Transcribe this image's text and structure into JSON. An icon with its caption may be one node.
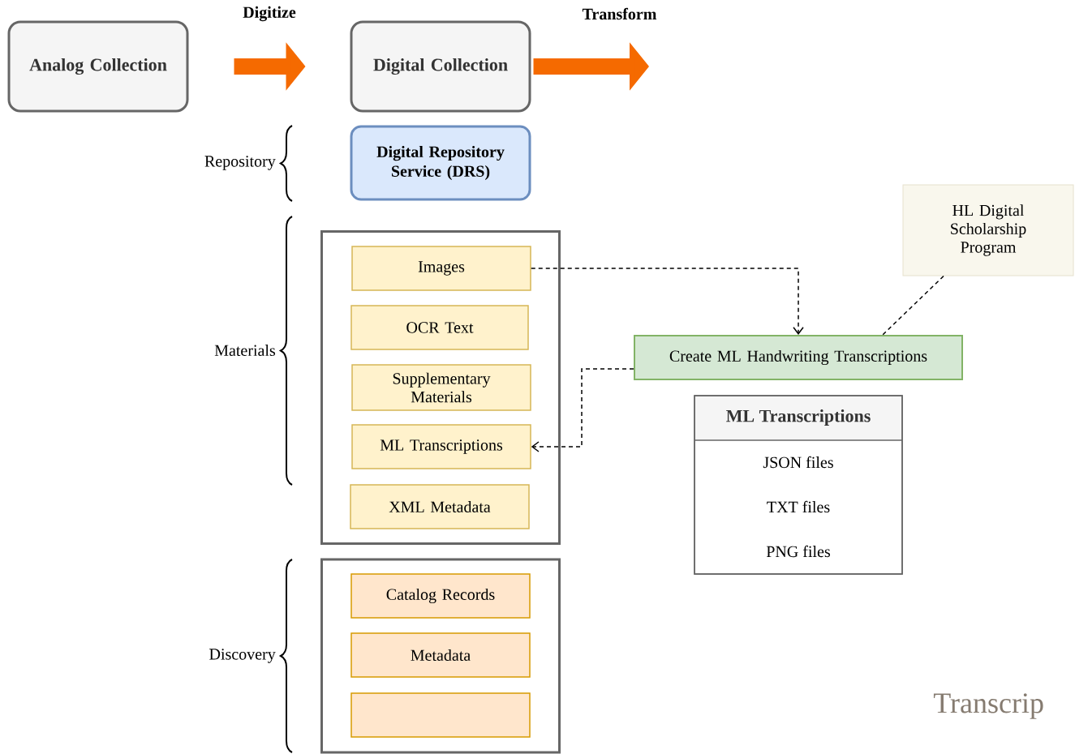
{
  "diagram": {
    "nodes": [
      {
        "text": [
          "Analog Collection"
        ]
      },
      {
        "text": [
          "Digital Collection"
        ]
      },
      {
        "text": [
          "Digital Repository Service (DRS)"
        ]
      },
      {
        "text": [],
        "shape": "box"
      },
      {
        "text": [
          "Images"
        ],
        "in": 3
      },
      {
        "text": [
          "OCR Text"
        ],
        "in": 3
      },
      {
        "text": [
          "Supplementary Materials"
        ],
        "in": 3
      },
      {
        "text": [
          "ML Transcriptions"
        ],
        "in": 3
      },
      {
        "text": [
          "XML Metadata"
        ],
        "in": 3
      },
      {
        "text": [],
        "shape": "box"
      },
      {
        "text": [
          "Catalog Records"
        ],
        "in": 9
      },
      {
        "text": [
          "Metadata"
        ],
        "in": 9
      },
      {
        "text": [],
        "shape": "box",
        "in": 9
      },
      {
        "text": [
          "HL Digital Scholarship Program"
        ]
      },
      {
        "text": [
          "Create ML Handwriting Transcriptions"
        ]
      },
      {
        "text": [
          "ML Transcriptions",
          "JSON files",
          "TXT files",
          "PNG files"
        ]
      }
    ],
    "edges": [
      {
        "from": 0,
        "to": 1,
        "arrow": "to",
        "label": "Digitize",
        "style": "thick",
        "color": "#f56a00"
      },
      {
        "from": 1,
        "to": null,
        "arrow": "to",
        "label": "Transform",
        "style": "thick",
        "color": "#f56a00"
      },
      {
        "from": 4,
        "to": 14,
        "arrow": "to",
        "style": "dashed"
      },
      {
        "from": 14,
        "to": 7,
        "arrow": "to",
        "style": "dashed"
      },
      {
        "from": 13,
        "to": 14,
        "arrow": "none",
        "style": "dashed"
      }
    ],
    "labels": [
      "Repository",
      "Materials",
      "Discovery",
      "Transcrip"
    ]
  }
}
